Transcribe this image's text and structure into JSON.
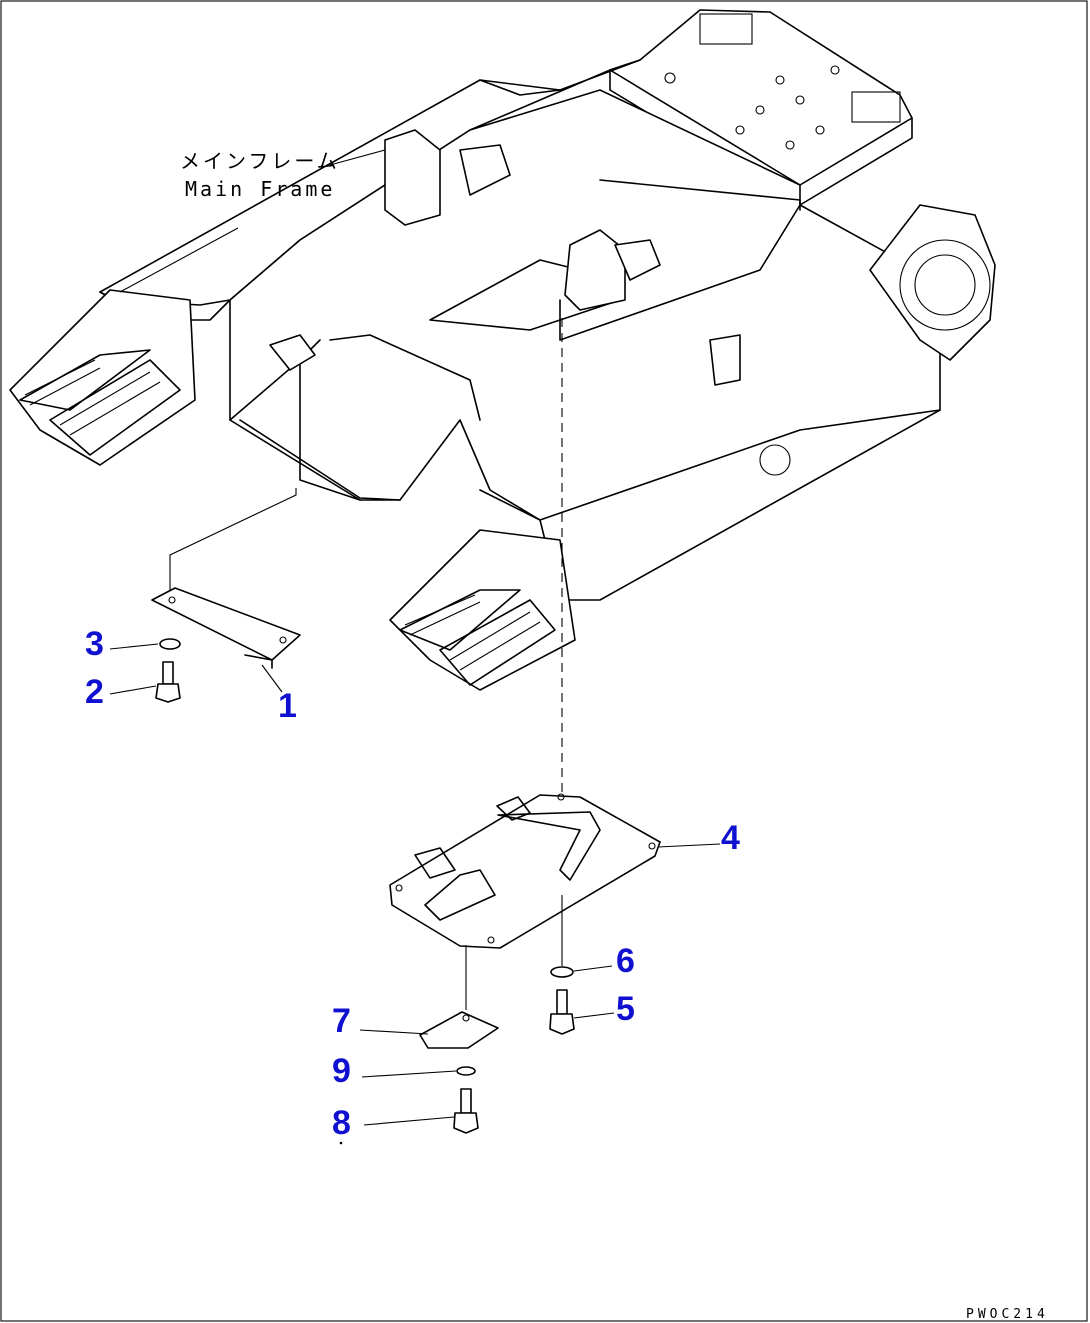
{
  "frame_label": {
    "jp": "メインフレーム",
    "en": "Main Frame"
  },
  "callouts": [
    {
      "id": "1",
      "label": "1"
    },
    {
      "id": "2",
      "label": "2"
    },
    {
      "id": "3",
      "label": "3"
    },
    {
      "id": "4",
      "label": "4"
    },
    {
      "id": "5",
      "label": "5"
    },
    {
      "id": "6",
      "label": "6"
    },
    {
      "id": "7",
      "label": "7"
    },
    {
      "id": "8",
      "label": "8"
    },
    {
      "id": "9",
      "label": "9"
    }
  ],
  "drawing_code": "PWOC214",
  "colors": {
    "callout": "#1010d0",
    "line": "#000000",
    "background": "#ffffff"
  }
}
